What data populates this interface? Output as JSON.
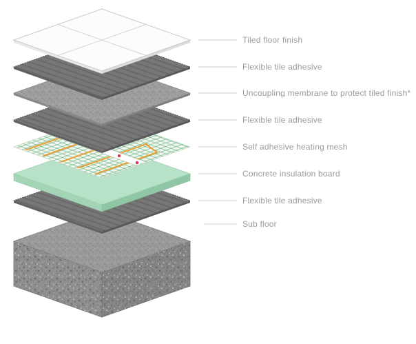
{
  "diagram": {
    "type": "exploded-isometric-floor-buildup",
    "layers": [
      {
        "name": "tiled-floor-finish",
        "label": "Tiled floor finish"
      },
      {
        "name": "flexible-tile-adhesive-top",
        "label": "Flexible tile adhesive"
      },
      {
        "name": "uncoupling-membrane",
        "label": "Uncoupling membrane to protect tiled finish*"
      },
      {
        "name": "flexible-tile-adhesive-mid",
        "label": "Flexible tile adhesive"
      },
      {
        "name": "self-adhesive-heating-mesh",
        "label": "Self adhesive heating mesh"
      },
      {
        "name": "concrete-insulation-board",
        "label": "Concrete insulation board"
      },
      {
        "name": "flexible-tile-adhesive-base",
        "label": "Flexible tile adhesive"
      },
      {
        "name": "sub-floor",
        "label": "Sub floor"
      }
    ],
    "colors": {
      "tile": "#fcfcfc",
      "adhesive": "#777777",
      "membrane": "#9e9e9e",
      "mesh_base": "#f3f7f3",
      "mesh_grid": "#79bd8b",
      "wire": "#e8a23c",
      "dot": "#d63355",
      "insulation": "#b7e2c8",
      "concrete_top": "#9a9a9a",
      "label_text": "#9b9b9b",
      "leader_line": "#cccccc"
    }
  }
}
